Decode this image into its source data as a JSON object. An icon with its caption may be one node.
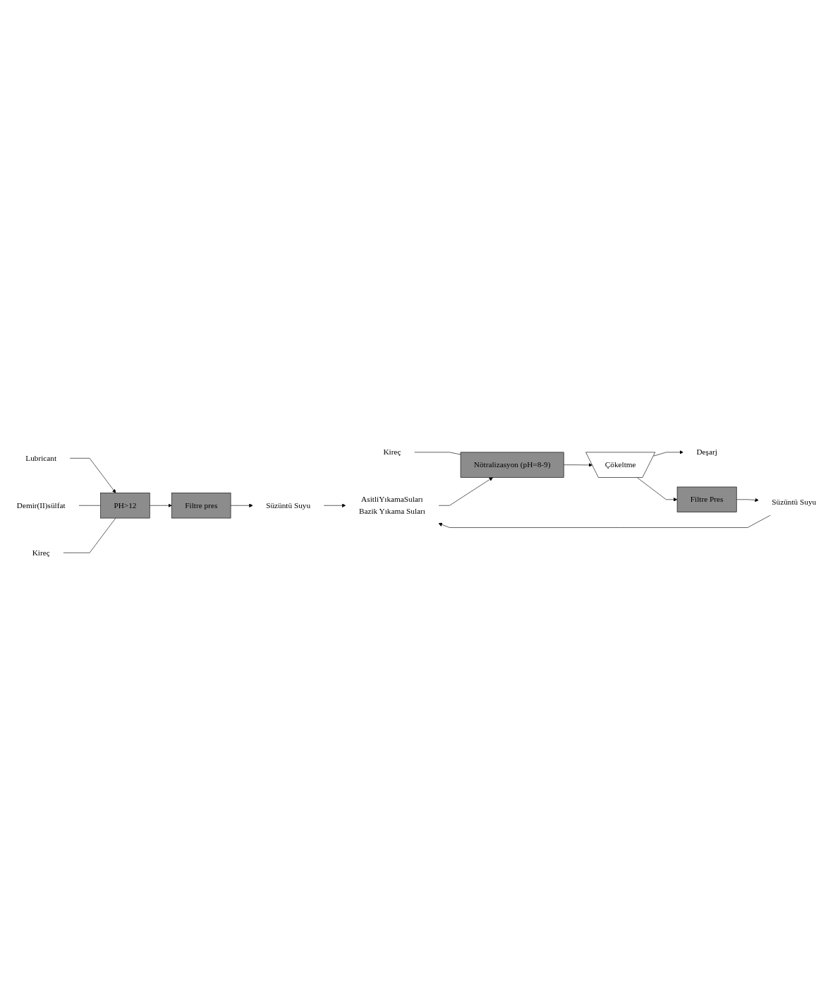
{
  "diagram": {
    "nodes": [
      {
        "text": [
          "Demir(II)sülfat"
        ]
      },
      {
        "text": [
          "Kireç"
        ]
      },
      {
        "text": [
          "Lubricant"
        ]
      },
      {
        "text": [
          "PH>12"
        ]
      },
      {
        "text": [
          "Filtre pres"
        ]
      },
      {
        "text": [
          "Süzüntü Suyu"
        ]
      },
      {
        "text": [
          "AsitliYıkamaSuları",
          "Bazik Yıkama Suları"
        ]
      },
      {
        "text": [
          "Kireç"
        ]
      },
      {
        "text": [
          "Nötralizasyon (pH=8-9)"
        ]
      },
      {
        "text": [
          "Çökeltme"
        ]
      },
      {
        "text": [
          "Deşarj"
        ]
      },
      {
        "text": [
          "Filtre Pres"
        ]
      },
      {
        "text": [
          "Süzüntü Suyu"
        ]
      }
    ],
    "edges": [
      {
        "from": 2,
        "to": 3,
        "arrow": "to"
      },
      {
        "from": 0,
        "to": 3,
        "arrow": "none"
      },
      {
        "from": 1,
        "to": 3,
        "arrow": "none"
      },
      {
        "from": 3,
        "to": 4,
        "arrow": "to"
      },
      {
        "from": 4,
        "to": 5,
        "arrow": "to"
      },
      {
        "from": 5,
        "to": 6,
        "arrow": "to"
      },
      {
        "from": 7,
        "to": 8,
        "arrow": "none"
      },
      {
        "from": 6,
        "to": 8,
        "arrow": "to"
      },
      {
        "from": 8,
        "to": 9,
        "arrow": "to"
      },
      {
        "from": 9,
        "to": 10,
        "arrow": "to"
      },
      {
        "from": 9,
        "to": 11,
        "arrow": "to"
      },
      {
        "from": 11,
        "to": 12,
        "arrow": "to"
      },
      {
        "from": 12,
        "to": 6,
        "arrow": "to"
      }
    ]
  }
}
